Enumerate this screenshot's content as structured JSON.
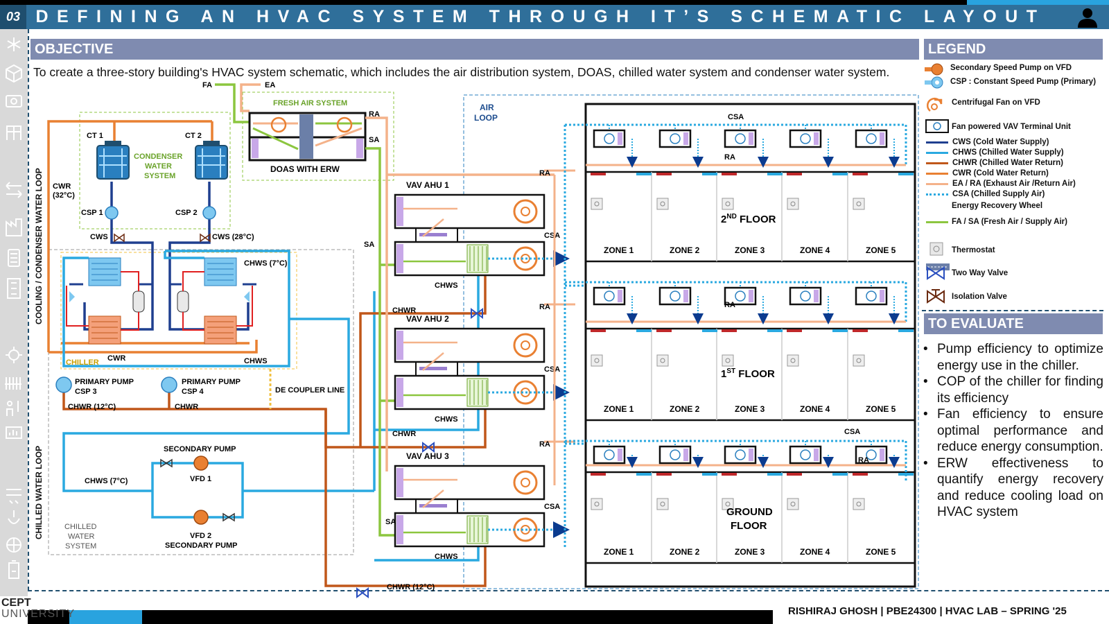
{
  "header": {
    "slide_number": "03",
    "title": "DEFINING AN HVAC SYSTEM THROUGH IT’S SCHEMATIC LAYOUT"
  },
  "objective": {
    "heading": "OBJECTIVE",
    "text": "To create a three-story building's HVAC system schematic, which includes the air distribution system, DOAS, chilled water system and condenser water system."
  },
  "legend": {
    "heading": "LEGEND",
    "items": [
      {
        "label": "Secondary Speed Pump on VFD",
        "icon": "pump-vfd-icon"
      },
      {
        "label": "CSP : Constant Speed Pump (Primary)",
        "icon": "pump-constant-icon"
      },
      {
        "label": "Centrifugal Fan on VFD",
        "icon": "centrifugal-fan-icon"
      },
      {
        "label": "Fan powered VAV Terminal Unit",
        "icon": "vav-terminal-icon"
      },
      {
        "label": "CWS (Cold Water Supply)",
        "color": "#1f3f8f"
      },
      {
        "label": "CHWS (Chilled Water Supply)",
        "color": "#2aa9e0"
      },
      {
        "label": "CHWR (Chilled Water Return)",
        "color": "#c0571a"
      },
      {
        "label": "CWR (Cold Water Return)",
        "color": "#e98032"
      },
      {
        "label": "EA / RA (Exhaust Air /Return Air)",
        "color": "#f4b28a"
      },
      {
        "label": "CSA (Chilled Supply Air)",
        "color": "#2aa9e0"
      },
      {
        "label": "Energy Recovery Wheel",
        "icon": "energy-recovery-wheel-icon"
      },
      {
        "label": "FA / SA (Fresh Air / Supply Air)",
        "color": "#8cc63f"
      },
      {
        "label": "Thermostat",
        "icon": "thermostat-icon"
      },
      {
        "label": "Two Way Valve",
        "icon": "two-way-valve-icon"
      },
      {
        "label": "Isolation Valve",
        "icon": "isolation-valve-icon"
      }
    ]
  },
  "evaluate": {
    "heading": "TO EVALUATE",
    "items": [
      "Pump efficiency to optimize energy use in the chiller.",
      "COP of the chiller for finding its efficiency",
      "Fan efficiency to ensure optimal performance and reduce energy consumption.",
      "ERW effectiveness to quantify energy recovery and reduce cooling load on HVAC system"
    ]
  },
  "diagram": {
    "side_labels": {
      "condenser_loop": "COOLING / CONDENSER WATER LOOP",
      "chilled_loop": "CHILLED WATER LOOP"
    },
    "condenser": {
      "title": [
        "CONDENSER",
        "WATER",
        "SYSTEM"
      ],
      "ct1": "CT 1",
      "ct2": "CT 2",
      "csp1": "CSP 1",
      "csp2": "CSP 2",
      "cwr": "CWR",
      "cwr_temp": "(32°C)",
      "cws": "CWS",
      "cws_temp": "CWS (28°C)"
    },
    "chiller": {
      "label": "CHILLER",
      "chws_temp": "CHWS (7°C)",
      "cwr": "CWR",
      "chws": "CHWS"
    },
    "primary": {
      "pump_label": "PRIMARY PUMP",
      "csp3": "CSP 3",
      "csp4": "CSP 4",
      "chwr_temp": "CHWR (12°C)",
      "chwr": "CHWR",
      "decoupler": "DE COUPLER LINE"
    },
    "secondary": {
      "top_label": "SECONDARY PUMP",
      "vfd1": "VFD 1",
      "vfd2": "VFD 2",
      "bottom_label": "SECONDARY PUMP",
      "chws_temp": "CHWS (7°C)",
      "system_label": [
        "CHILLED",
        "WATER",
        "SYSTEM"
      ]
    },
    "doas": {
      "fa": "FA",
      "ea": "EA",
      "title": "FRESH AIR SYSTEM",
      "ra": "RA",
      "sa": "SA",
      "label": "DOAS WITH ERW"
    },
    "air_loop": [
      "AIR",
      "LOOP"
    ],
    "ahus": [
      {
        "name": "VAV AHU 1",
        "ra": "RA",
        "csa": "CSA",
        "sa": "SA",
        "chws": "CHWS",
        "chwr": "CHWR"
      },
      {
        "name": "VAV AHU 2",
        "ra": "RA",
        "csa": "CSA",
        "sa": "",
        "chws": "CHWS",
        "chwr": "CHWR"
      },
      {
        "name": "VAV AHU 3",
        "ra": "RA",
        "csa": "CSA",
        "sa": "SA",
        "chws": "CHWS",
        "chwr": "CHWR (12°C)"
      }
    ],
    "floors": [
      {
        "name_main": "2",
        "name_sup": "ND",
        "name_rest": " FLOOR",
        "csa": "CSA",
        "ra": "RA"
      },
      {
        "name_main": "1",
        "name_sup": "ST",
        "name_rest": " FLOOR",
        "csa": "",
        "ra": "RA"
      },
      {
        "name_main": "GROUND",
        "name_sup": "",
        "name_rest": "FLOOR",
        "csa": "CSA",
        "ra": "RA"
      }
    ],
    "zones": [
      "ZONE 1",
      "ZONE 2",
      "ZONE 3",
      "ZONE 4",
      "ZONE 5"
    ]
  },
  "footer": {
    "author": "RISHIRAJ GHOSH | PBE24300 | HVAC LAB – SPRING '25",
    "logo_line1": "CEPT",
    "logo_line2": "UNIVERSITY"
  }
}
